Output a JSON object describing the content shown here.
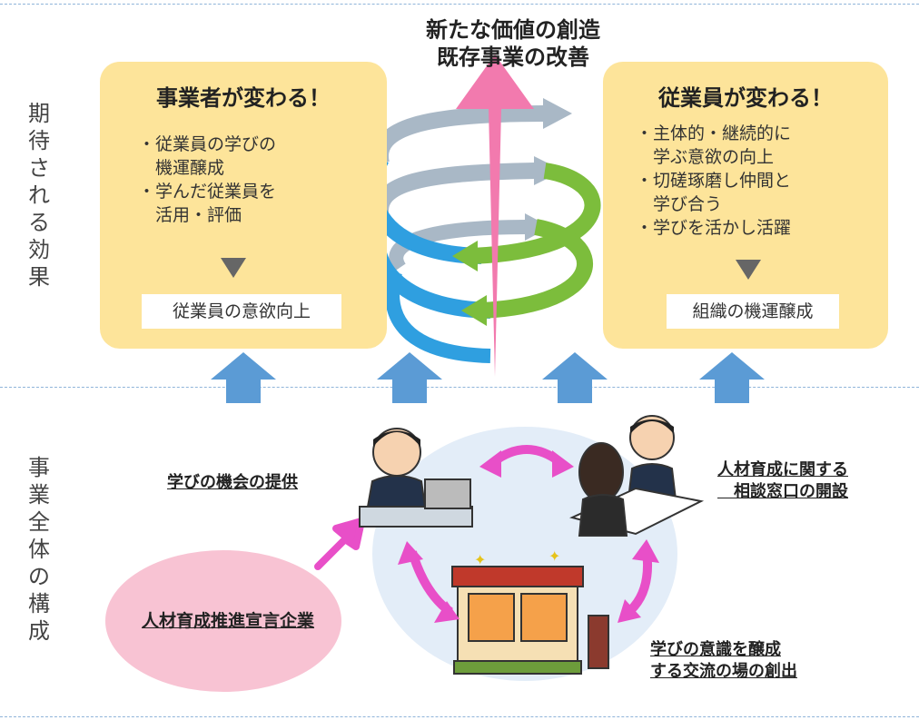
{
  "header": {
    "line1": "新たな価値の創造",
    "line2": "既存事業の改善"
  },
  "side_labels": {
    "effects": "期\n待\nさ\nれ\nる\n効\n果",
    "structure": "事\n業\n全\n体\nの\n構\n成"
  },
  "left_panel": {
    "title": "事業者が変わる！",
    "bullets": [
      "・従業員の学びの",
      "　機運醸成",
      "・学んだ従業員を",
      "　活用・評価"
    ],
    "result": "従業員の意欲向上"
  },
  "right_panel": {
    "title": "従業員が変わる！",
    "bullets": [
      "・主体的・継続的に",
      "　学ぶ意欲の向上",
      "・切磋琢磨し仲間と",
      "　学び合う",
      "・学びを活かし活躍"
    ],
    "result": "組織の機運醸成"
  },
  "structure": {
    "company": "人材育成推進宣言企業",
    "learning_opportunity": "学びの機会の提供",
    "consultation": "人材育成に関する\n　相談窓口の開設",
    "exchange": "学びの意識を醸成\nする交流の場の創出"
  },
  "colors": {
    "panel": "#fde49a",
    "blue_arrow": "#5b9bd5",
    "pink": "#f27aae",
    "magenta": "#e84fc8",
    "green": "#7cbd3c",
    "company_circle": "#f8c3d3",
    "structure_circle": "#e3edf8"
  }
}
